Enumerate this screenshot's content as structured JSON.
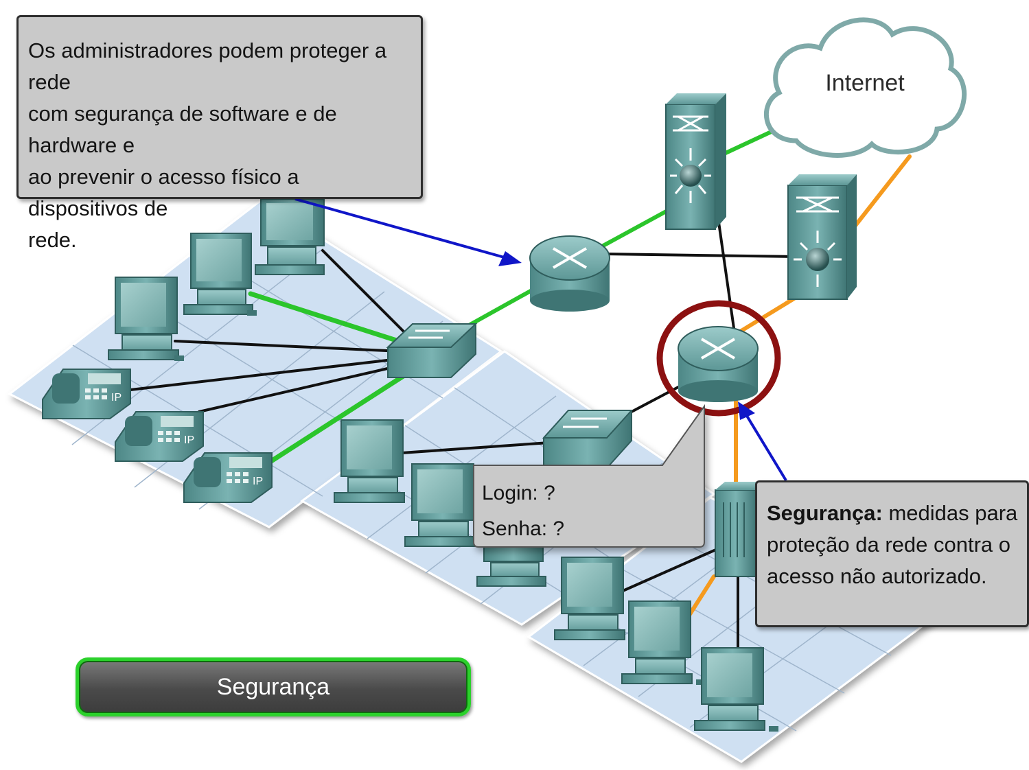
{
  "callout_top": {
    "line1": "Os administradores podem proteger a rede",
    "line2": "com segurança de software e de hardware e",
    "line3": "ao prevenir o acesso físico a dispositivos de",
    "line4": "rede."
  },
  "callout_security": {
    "term": "Segurança:",
    "line1_rest": " medidas para",
    "line2": "proteção da rede contra o",
    "line3": "acesso não autorizado."
  },
  "login_prompt": {
    "login": "Login: ?",
    "password": "Senha: ?"
  },
  "cloud": {
    "label": "Internet"
  },
  "button": {
    "label": "Segurança"
  },
  "colors": {
    "device": "#5e9a99",
    "floor": "#cfe0f2",
    "link_green": "#2bc52b",
    "link_orange": "#f59a1e",
    "link_black": "#111111",
    "arrow_blue": "#1016c8",
    "highlight_ring": "#8c1111",
    "callout_bg": "#c9c9c9",
    "button_border": "#2bd12b"
  },
  "icons": [
    "router-icon",
    "switch-icon",
    "multilayer-switch-icon",
    "pc-icon",
    "ip-phone-icon",
    "firewall-icon",
    "cloud-icon"
  ]
}
